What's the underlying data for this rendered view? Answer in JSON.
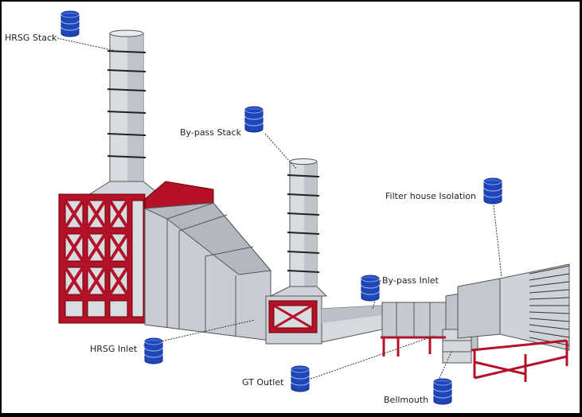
{
  "colors": {
    "background": "#ffffff",
    "frame": "#000000",
    "steel_red": "#b5122a",
    "duct_light": "#d8dbe0",
    "duct_mid": "#b9bdc4",
    "duct_dark": "#9ea3ab",
    "sensor_blue": "#1f45b8",
    "leader": "#333333"
  },
  "icons": {
    "sensor": "sensor-cylinder-icon"
  },
  "labels": {
    "hrsg_stack": "HRSG Stack",
    "bypass_stack": "By-pass Stack",
    "filter_house_isolation": "Filter house Isolation",
    "bypass_inlet": "By-pass Inlet",
    "hrsg_inlet": "HRSG Inlet",
    "gt_outlet": "GT Outlet",
    "bellmouth": "Bellmouth"
  }
}
